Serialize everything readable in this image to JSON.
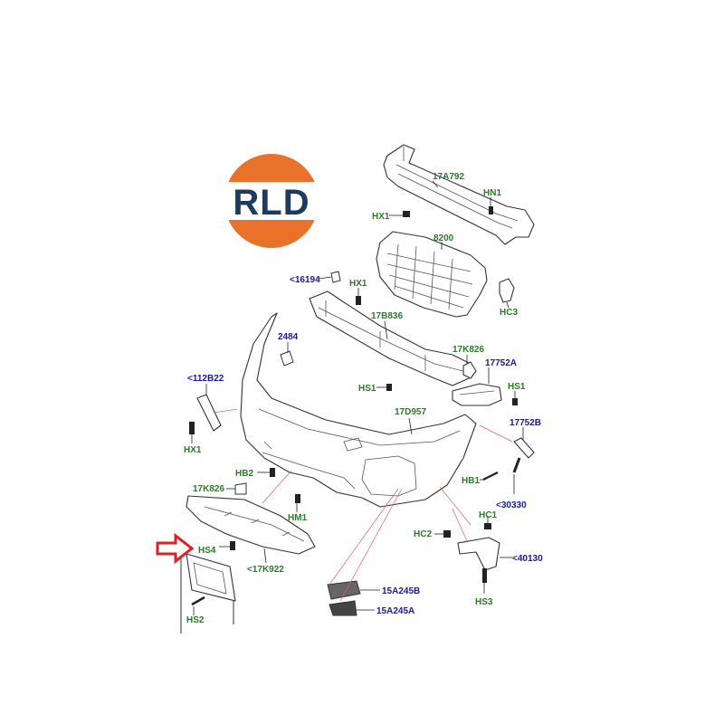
{
  "logo": {
    "text": "RLD",
    "orange": "#e8722a",
    "navy": "#1e3a5f"
  },
  "colors": {
    "green_label": "#2a7a2a",
    "blue_label": "#1a1a9a",
    "arrow": "#e02020"
  },
  "labels": {
    "p17a792": "17A792",
    "hn1": "HN1",
    "hx1_top": "HX1",
    "p8200": "8200",
    "p16194": "<16194",
    "hx1_mid": "HX1",
    "hc3": "HC3",
    "p17b836": "17B836",
    "p2484": "2484",
    "p17k826_right": "17K826",
    "p17752a": "17752A",
    "p112b22": "<112B22",
    "hs1_mid": "HS1",
    "hs1_right": "HS1",
    "p17d957": "17D957",
    "p17752b": "17752B",
    "hx1_left": "HX1",
    "hb2": "HB2",
    "hb1": "HB1",
    "p17k826_left": "17K826",
    "p30330": "<30330",
    "hm1": "HM1",
    "hc1": "HC1",
    "hc2": "HC2",
    "hs4": "HS4",
    "p40130": "<40130",
    "p17k922": "<17K922",
    "hs3": "HS3",
    "p15a245b": "15A245B",
    "p15a245a": "15A245A",
    "hs2": "HS2"
  }
}
